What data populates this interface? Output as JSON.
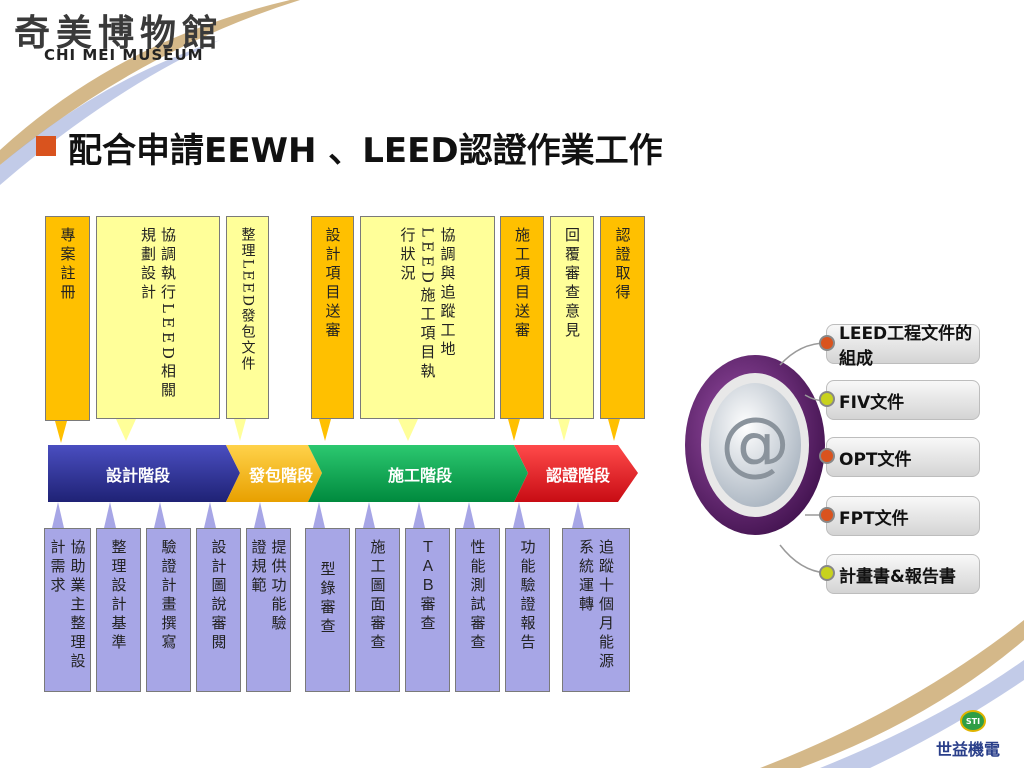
{
  "logo": {
    "cn": "奇美博物館",
    "en": "CHI MEI MUSEUM"
  },
  "title": "配合申請EEWH 、LEED認證作業工作",
  "top_callouts": [
    {
      "id": "reg",
      "text": "專案註冊"
    },
    {
      "id": "coord-design",
      "text": "協調執行LEED相關規劃設計"
    },
    {
      "id": "integrate",
      "text": "整理LEED發包文件"
    },
    {
      "id": "design-review",
      "text": "設計項目送審"
    },
    {
      "id": "coord-site",
      "text": "協調與追蹤工地LEED施工項目執行狀況"
    },
    {
      "id": "construct-review",
      "text": "施工項目送審"
    },
    {
      "id": "reply",
      "text": "回覆審查意見"
    },
    {
      "id": "obtain",
      "text": "認證取得"
    }
  ],
  "phases": [
    {
      "label": "設計階段",
      "color": "#2e3192"
    },
    {
      "label": "發包階段",
      "color": "#f7b500"
    },
    {
      "label": "施工階段",
      "color": "#00a651"
    },
    {
      "label": "認證階段",
      "color": "#ed1c24"
    }
  ],
  "bottom_callouts": [
    {
      "id": "assist-owner",
      "text": "協助業主整理設計需求"
    },
    {
      "id": "design-basis",
      "text": "整理設計基準"
    },
    {
      "id": "calc",
      "text": "驗證計畫撰寫"
    },
    {
      "id": "drawing-review",
      "text": "設計圖說審閱"
    },
    {
      "id": "spec",
      "text": "提供功能驗證規範"
    },
    {
      "id": "catalog",
      "text": "型錄審查"
    },
    {
      "id": "shop",
      "text": "施工圖面審查"
    },
    {
      "id": "tab",
      "text": "ＴＡＢ審查"
    },
    {
      "id": "perf",
      "text": "性能測試審查"
    },
    {
      "id": "func",
      "text": "功能驗證報告"
    },
    {
      "id": "track",
      "text": "追蹤十個月能源系統運轉"
    }
  ],
  "docs": [
    {
      "label": "LEED工程文件的組成",
      "dot": "#d9531e"
    },
    {
      "label": "FIV文件",
      "dot": "#c8d21e"
    },
    {
      "label": "OPT文件",
      "dot": "#d9531e"
    },
    {
      "label": "FPT文件",
      "dot": "#d9531e"
    },
    {
      "label": "計畫書&報告書",
      "dot": "#c8d21e"
    }
  ],
  "emblem": {
    "glyph": "@"
  },
  "footer": {
    "badge": "STI",
    "company": "世益機電"
  },
  "colors": {
    "callout_top": "#ffc000",
    "callout_top_light": "#ffff99",
    "callout_bottom": "#a7a6e6",
    "accent": "#d9531e"
  }
}
